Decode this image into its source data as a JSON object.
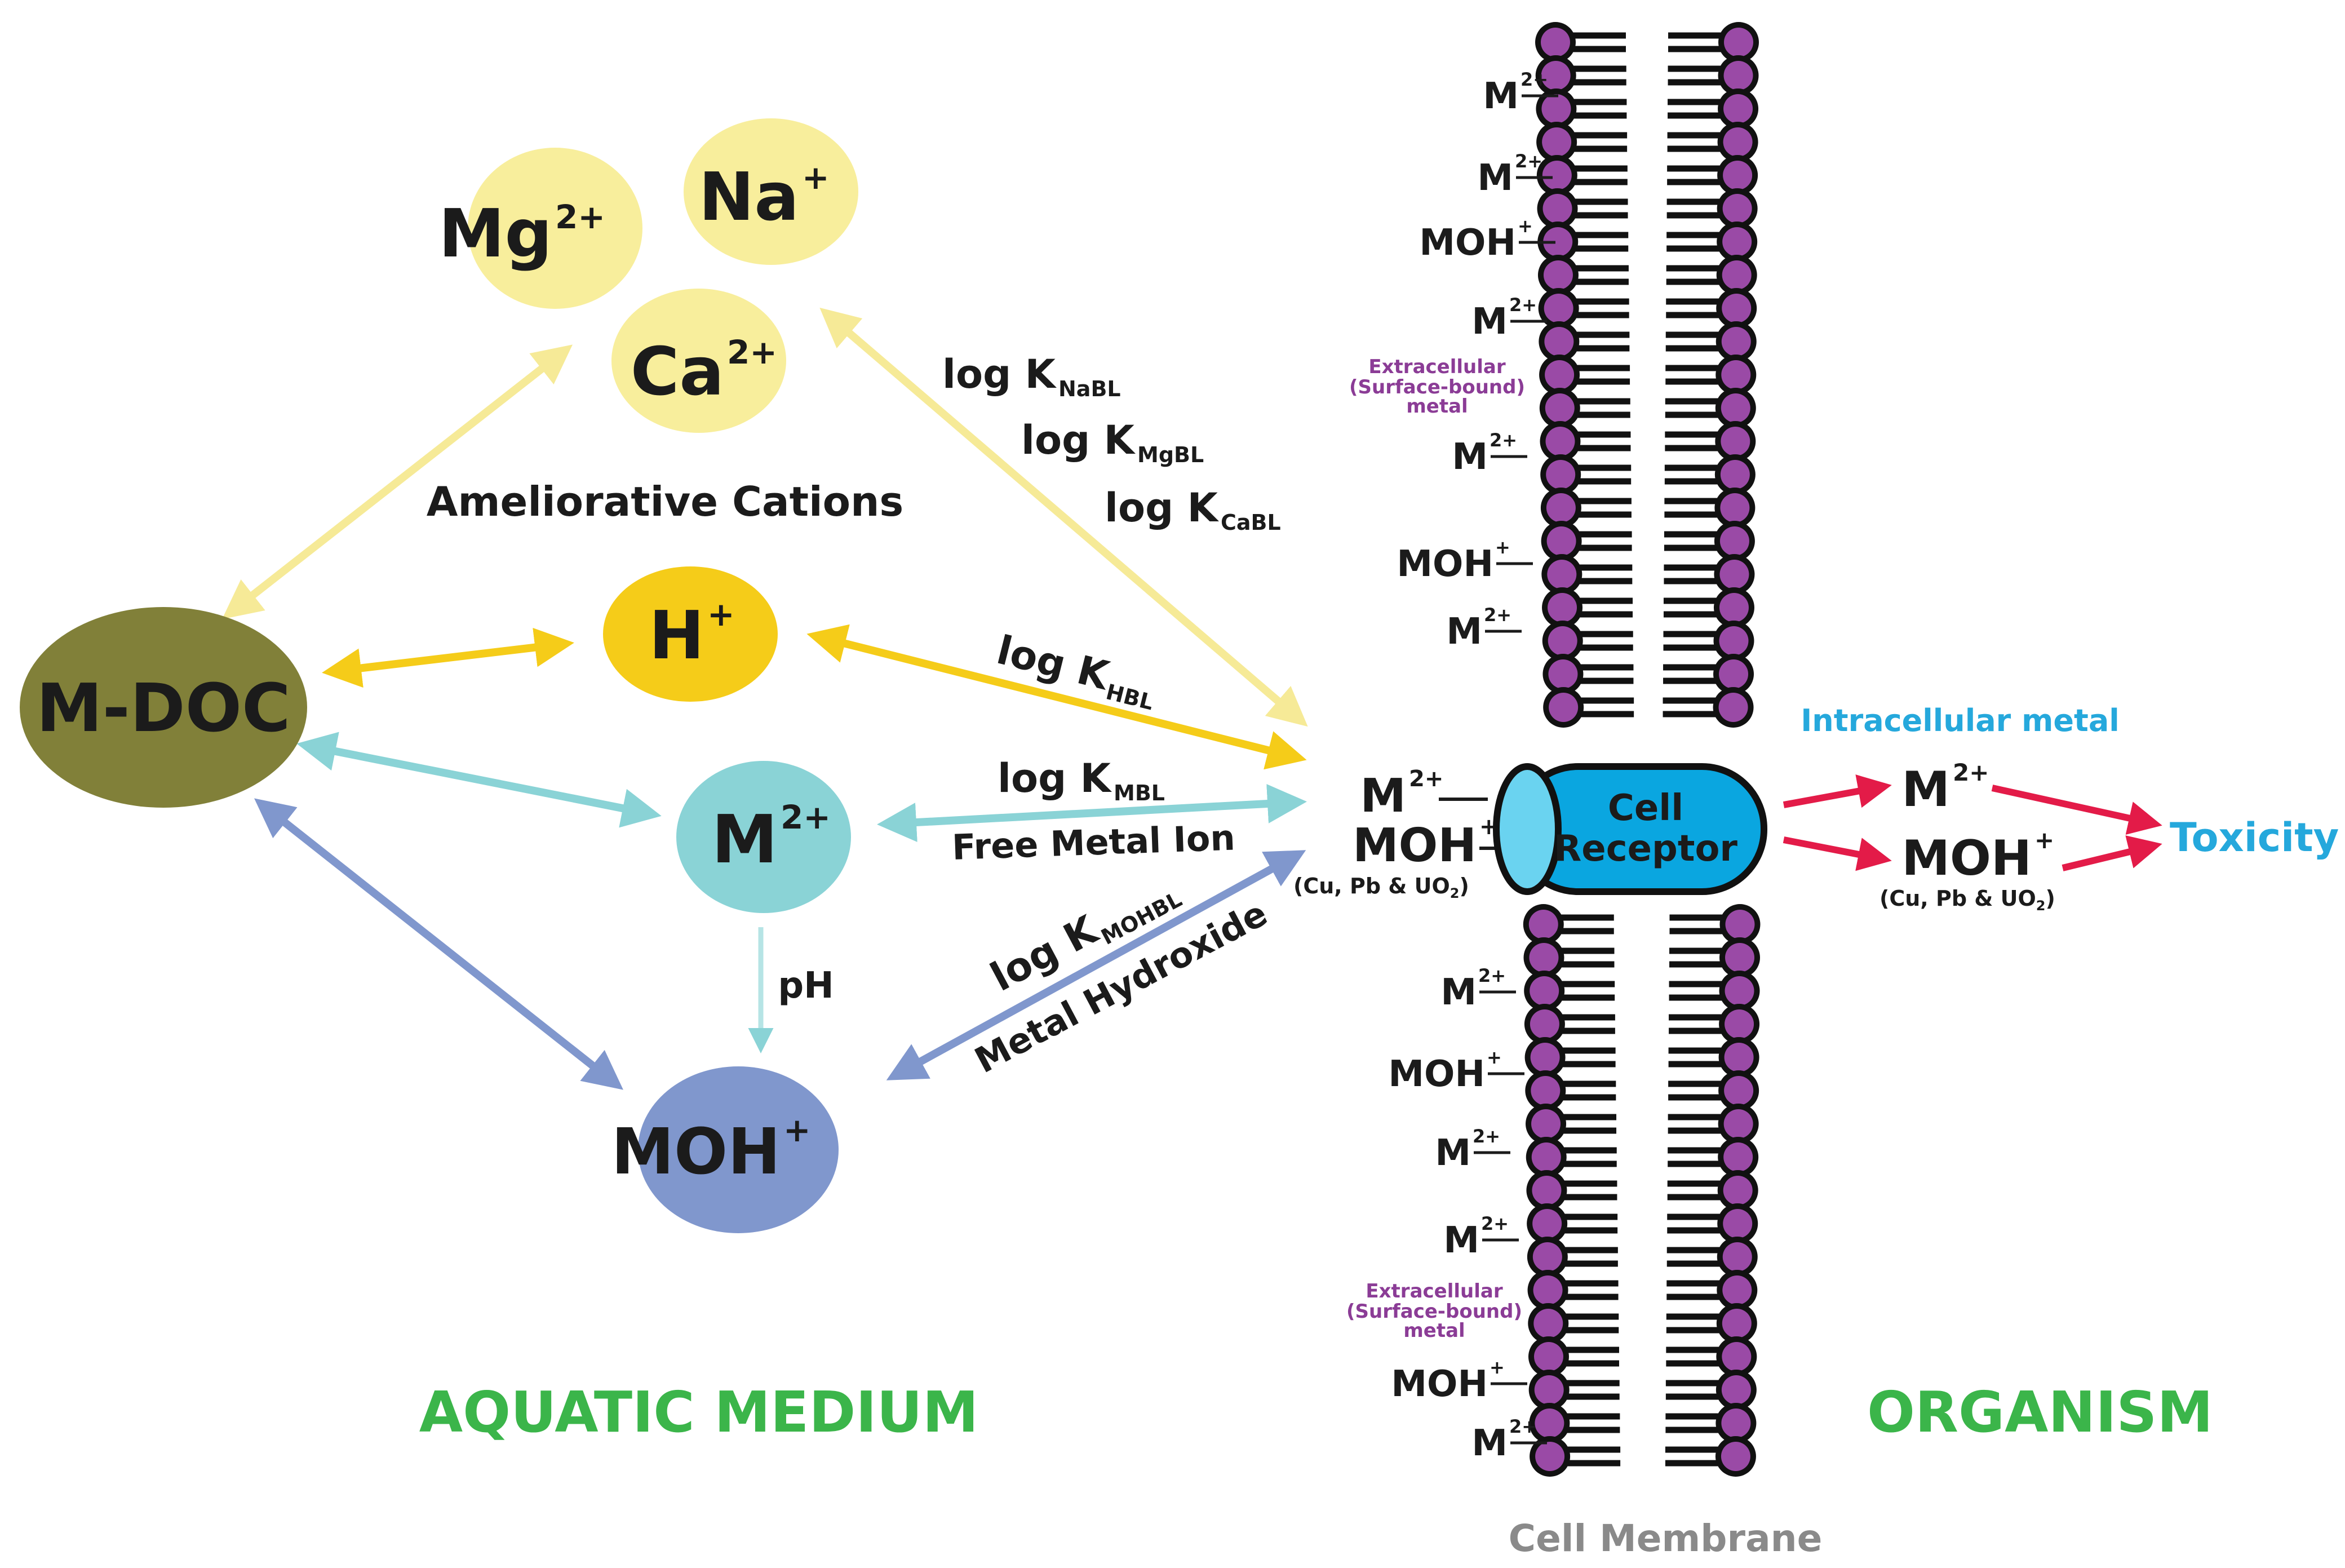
{
  "colors": {
    "cation_fill": "#f8ee9c",
    "cation_arrow": "#f6ea97",
    "h_fill": "#f5cc19",
    "m_fill": "#8ad3d6",
    "moh_fill": "#8097cd",
    "mdoc_fill": "#818039",
    "receptor_fill": "#0aa6e0",
    "receptor_end": "#6ad3f0",
    "lipid_head": "#9a4aa6",
    "red_arrow": "#e31b48",
    "green_title": "#3bb54a",
    "blue_text": "#25a8dc",
    "purple_text": "#8b3c96",
    "gray_text": "#8a8a8a",
    "dark_text": "#1b1b1b"
  },
  "nodes": {
    "mg": {
      "base": "Mg",
      "sup": "2+"
    },
    "na": {
      "base": "Na",
      "sup": "+"
    },
    "ca": {
      "base": "Ca",
      "sup": "2+"
    },
    "h": {
      "base": "H",
      "sup": "+"
    },
    "m": {
      "base": "M",
      "sup": "2+"
    },
    "moh": {
      "base": "MOH",
      "sup": "+"
    },
    "mdoc": {
      "label": "M-DOC"
    }
  },
  "labels": {
    "ameliorative": "Ameliorative Cations",
    "logk": "log K",
    "sub_na": "NaBL",
    "sub_mg": "MgBL",
    "sub_ca": "CaBL",
    "sub_h": "HBL",
    "sub_m": "MBL",
    "sub_moh": "MOHBL",
    "free_metal": "Free Metal Ion",
    "metal_hydroxide": "Metal Hydroxide",
    "ph": "pH",
    "aquatic": "AQUATIC MEDIUM",
    "organism": "ORGANISM",
    "cell_membrane": "Cell Membrane",
    "extracellular_1": "Extracellular",
    "extracellular_2": "(Surface-bound)",
    "extracellular_3": "metal",
    "receptor_1": "Cell",
    "receptor_2": "Receptor",
    "intracellular": "Intracellular metal",
    "toxicity": "Toxicity",
    "species_note": "(Cu, Pb & UO",
    "species_note_sub": "2",
    "species_note_end": ")",
    "m_base": "M",
    "m_sup": "2+",
    "moh_base": "MOH",
    "moh_sup": "+"
  },
  "membrane_labels": [
    {
      "base": "M",
      "sup": "2+"
    },
    {
      "base": "M",
      "sup": "2+"
    },
    {
      "base": "MOH",
      "sup": "+"
    },
    {
      "base": "M",
      "sup": "2+"
    },
    {
      "base": "M",
      "sup": "2+"
    },
    {
      "base": "MOH",
      "sup": "+"
    },
    {
      "base": "M",
      "sup": "2+"
    },
    {
      "base": "M",
      "sup": "2+"
    },
    {
      "base": "MOH",
      "sup": "+"
    },
    {
      "base": "M",
      "sup": "2+"
    },
    {
      "base": "M",
      "sup": "2+"
    },
    {
      "base": "MOH",
      "sup": "+"
    },
    {
      "base": "M",
      "sup": "2+"
    }
  ]
}
